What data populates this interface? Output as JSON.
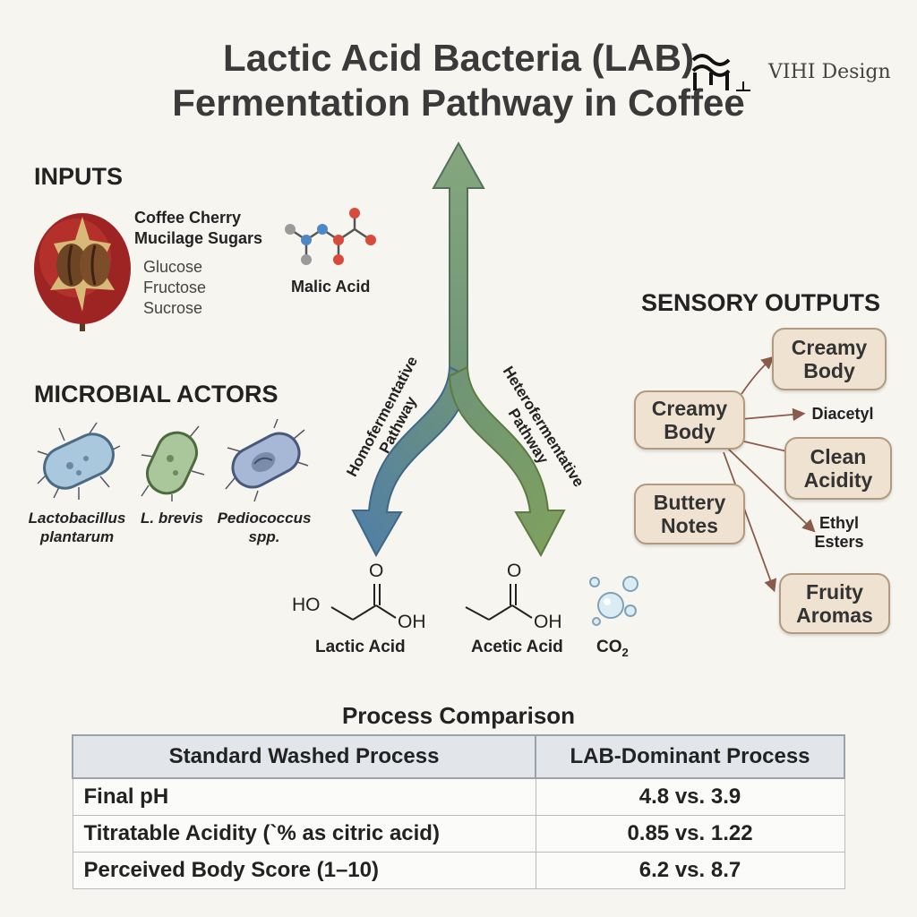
{
  "title": {
    "line1": "Lactic Acid Bacteria (LAB)",
    "line2": "Fermentation Pathway in Coffee"
  },
  "brand": "VIHI Design",
  "inputs": {
    "heading": "INPUTS",
    "cherry_label": [
      "Coffee Cherry",
      "Mucilage Sugars"
    ],
    "sugars": [
      "Glucose",
      "Fructose",
      "Sucrose"
    ],
    "malic_label": "Malic Acid"
  },
  "microbes": {
    "heading": "MICROBIAL ACTORS",
    "species": [
      {
        "line1": "Lactobacillus",
        "line2": "plantarum",
        "color": "#a9c8dd"
      },
      {
        "line1": "L. brevis",
        "line2": "",
        "color": "#a9c79a"
      },
      {
        "line1": "Pediococcus",
        "line2": "spp.",
        "color": "#a6b8d6"
      }
    ]
  },
  "pathways": {
    "homo_label": [
      "Homofermentative",
      "Pathway"
    ],
    "hetero_label": [
      "Heterofermentative",
      "Pathway"
    ],
    "colors": {
      "blue": "#5f86a8",
      "green": "#7fa15e"
    }
  },
  "products": {
    "lactic": {
      "label": "Lactic Acid",
      "ho": "HO",
      "o": "O",
      "oh": "OH"
    },
    "acetic": {
      "label": "Acetic Acid",
      "o": "O",
      "oh": "OH"
    },
    "co2": {
      "label": "CO",
      "sub": "2"
    }
  },
  "sensory": {
    "heading": "SENSORY OUTPUTS",
    "sources": [
      "Creamy Body",
      "Buttery Notes"
    ],
    "compounds": [
      "Diacetyl",
      "Ethyl Esters"
    ],
    "outputs": [
      "Creamy Body",
      "Clean Acidity",
      "Fruity Aromas"
    ]
  },
  "comparison": {
    "title": "Process Comparison",
    "headers": [
      "Standard Washed Process",
      "LAB-Dominant Process"
    ],
    "rows": [
      {
        "metric": "Final pH",
        "value": "4.8 vs. 3.9"
      },
      {
        "metric": "Titratable Acidity (`% as citric acid)",
        "value": "0.85 vs. 1.22"
      },
      {
        "metric": "Perceived Body Score (1–10)",
        "value": "6.2 vs. 8.7"
      }
    ]
  }
}
